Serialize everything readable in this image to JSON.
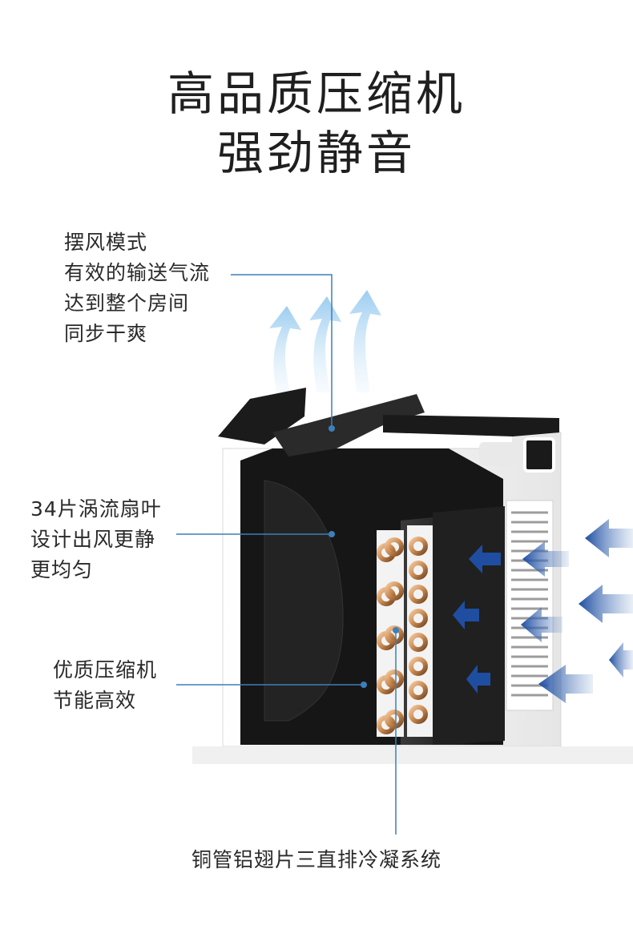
{
  "headline": {
    "line1": "高品质压缩机",
    "line2": "强劲静音"
  },
  "callouts": {
    "airflow": {
      "lines": [
        "摆风模式",
        "有效的输送气流",
        "达到整个房间",
        "同步干爽"
      ]
    },
    "fan": {
      "lines": [
        "34片涡流扇叶",
        "设计出风更静",
        "更均匀"
      ]
    },
    "compressor": {
      "lines": [
        "优质压缩机",
        "节能高效"
      ]
    },
    "condenser": {
      "text": "铜管铝翅片三直排冷凝系统"
    }
  },
  "colors": {
    "leader_line": "#3d7fb8",
    "outflow_arrow": "#a8d4f2",
    "inflow_arrow": "#1f4ea1",
    "body_black": "#1b1b1b",
    "body_white": "#f5f5f5",
    "copper": "#c98a52"
  }
}
